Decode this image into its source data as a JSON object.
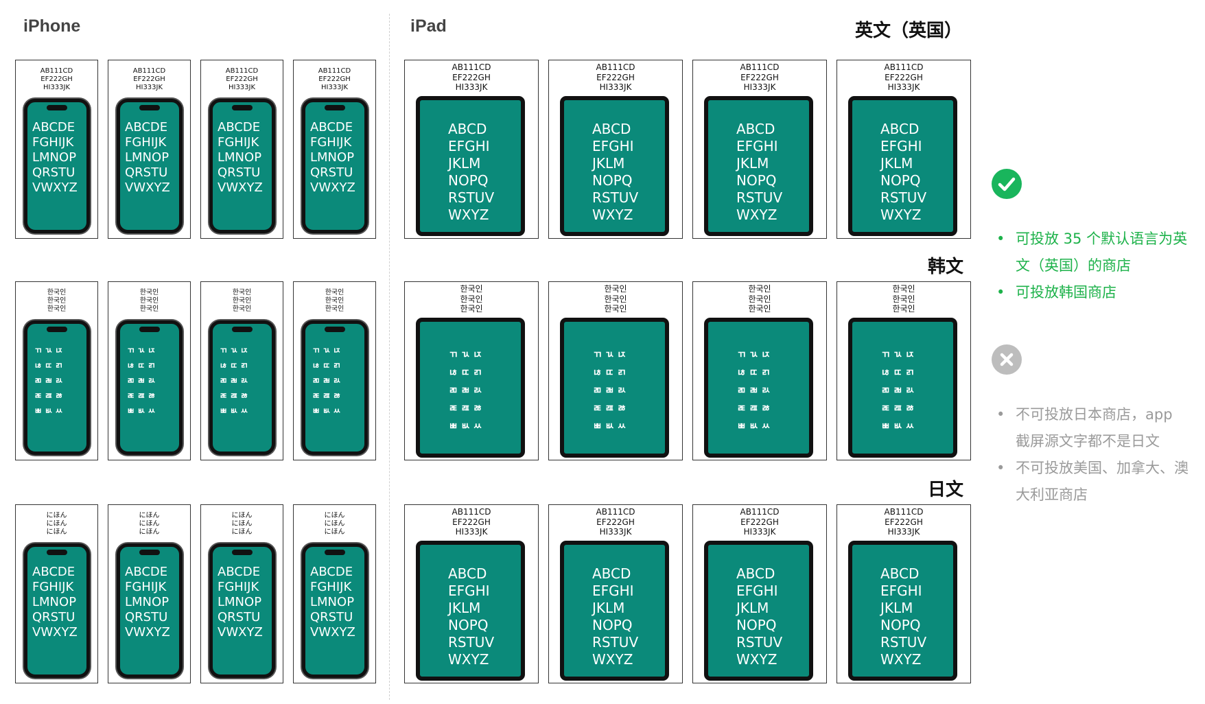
{
  "headings": {
    "iphone": "iPhone",
    "ipad": "iPad"
  },
  "rows": [
    {
      "language": "英文（英国）",
      "caption": [
        "AB111CD",
        "EF222GH",
        "HI333JK"
      ],
      "phone_text": [
        "ABCDE",
        "FGHIJK",
        "LMNOP",
        "QRSTU",
        "VWXYZ"
      ],
      "tablet_text": [
        "ABCD",
        "EFGHI",
        "JKLM",
        "NOPQ",
        "RSTUV",
        "WXYZ"
      ]
    },
    {
      "language": "韩文",
      "caption": [
        "한국인",
        "한국인",
        "한국인"
      ],
      "phone_text": [
        "ㄲ ㄳ ㄵ",
        "ㄶ ㄸ ㄺ",
        "ㄻ ㄼ ㄽ",
        "ㄾ ㄿ ㅀ",
        "ㅃ ㅄ ㅆ"
      ],
      "tablet_text": [
        "ㄲ ㄳ ㄵ",
        "ㄶ ㄸ ㄺ",
        "ㄻ ㄼ ㄽ",
        "ㄾ ㄿ ㅀ",
        "ㅃ ㅄ ㅆ"
      ]
    },
    {
      "language": "日文",
      "phone_caption": [
        "にほん",
        "にほん",
        "にほん"
      ],
      "tablet_caption": [
        "AB111CD",
        "EF222GH",
        "HI333JK"
      ],
      "phone_text": [
        "ABCDE",
        "FGHIJK",
        "LMNOP",
        "QRSTU",
        "VWXYZ"
      ],
      "tablet_text": [
        "ABCD",
        "EFGHI",
        "JKLM",
        "NOPQ",
        "RSTUV",
        "WXYZ"
      ]
    }
  ],
  "allowed": {
    "icon": "check-circle-icon",
    "color": "#19b55c",
    "items": [
      "可投放 35 个默认语言为英文（英国）的商店",
      "可投放韩国商店"
    ]
  },
  "denied": {
    "icon": "x-circle-icon",
    "color": "#bdbdbd",
    "items": [
      "不可投放日本商店，app 截屏源文字都不是日文",
      "不可投放美国、加拿大、澳大利亚商店"
    ]
  },
  "colors": {
    "screen": "#0b8a7a",
    "frame": "#111111"
  }
}
